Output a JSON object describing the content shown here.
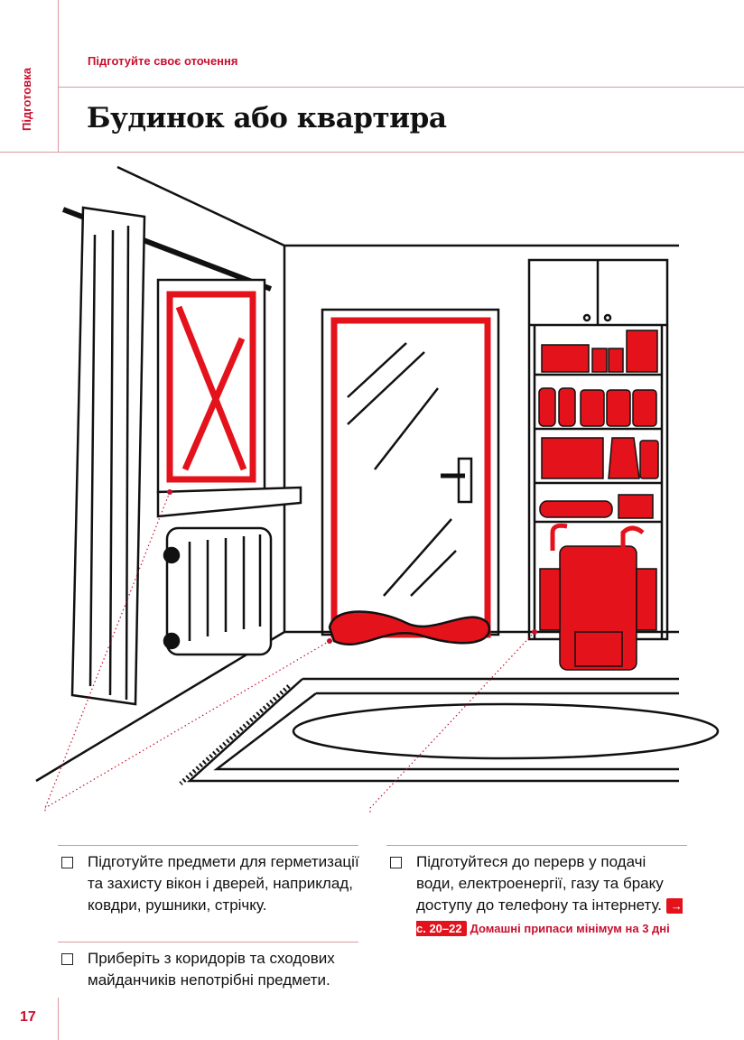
{
  "section_label": "Підготовка",
  "subtitle": "Підготуйте своє оточення",
  "title": "Будинок або квартира",
  "checklist_left": [
    {
      "text": "Підготуйте предмети для герметизації та захисту вікон і дверей, наприклад, ковдри, рушники, стрічку."
    },
    {
      "text": "Приберіть з коридорів та сходових майданчиків непотрібні предмети."
    }
  ],
  "checklist_right": [
    {
      "text": "Підготуйтеся до перерв у подачі води, електроенергії, газу та браку доступу до телефону та інтернету.",
      "ref_tag": "→ с. 20–22",
      "ref_text": "Домашні припаси мінімум на 3 дні"
    }
  ],
  "page_number": "17",
  "colors": {
    "accent": "#c8102e",
    "illustration_red": "#e3121b",
    "rule": "#d79aa0"
  }
}
